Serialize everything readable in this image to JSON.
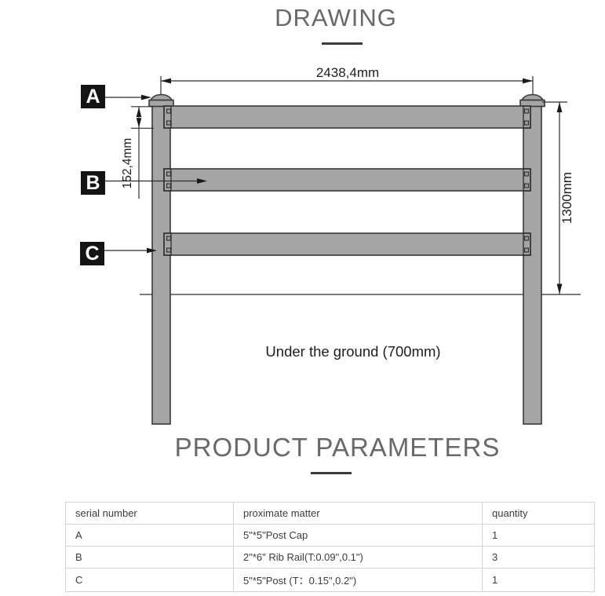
{
  "title": {
    "text": "DRAWING"
  },
  "section_title": {
    "text": "PRODUCT PARAMETERS"
  },
  "drawing": {
    "dim_width": "2438,4mm",
    "dim_height": "1300mm",
    "dim_rail_height": "152,4mm",
    "under_ground": "Under the ground (700mm)",
    "labels": {
      "a": "A",
      "b": "B",
      "c": "C"
    },
    "colors": {
      "part_fill": "#a5a5a5",
      "outline": "#383838",
      "dimension_line": "#2e2e2e",
      "label_bg": "#141414",
      "label_fg": "#ffffff",
      "heading": "#696969",
      "table_border": "#d5d5d5"
    }
  },
  "table": {
    "headers": [
      "serial number",
      "proximate matter",
      "quantity"
    ],
    "rows": [
      [
        "A",
        "5\"*5\"Post Cap",
        "1"
      ],
      [
        "B",
        "2\"*6\" Rib Rail(T:0.09\",0.1\")",
        "3"
      ],
      [
        "C",
        "5\"*5\"Post (T：0.15\",0.2\")",
        "1"
      ]
    ]
  }
}
